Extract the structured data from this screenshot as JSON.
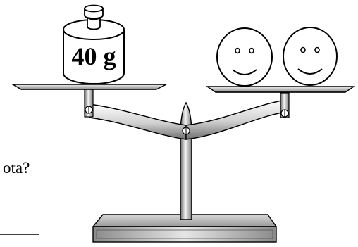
{
  "weight": {
    "label": "40 g"
  },
  "question": {
    "text_fragment": "ota?"
  },
  "smileys": {
    "count": 2
  }
}
